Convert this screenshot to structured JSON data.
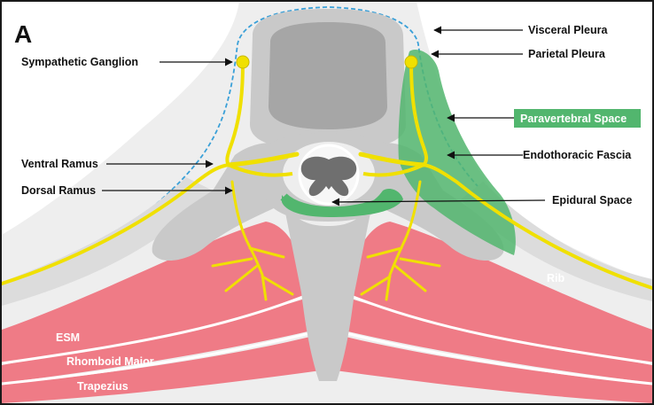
{
  "panel_label": "A",
  "labels": {
    "visceral_pleura": "Visceral Pleura",
    "parietal_pleura": "Parietal Pleura",
    "sympathetic_ganglion": "Sympathetic Ganglion",
    "paravertebral_space": "Paravertebral Space",
    "ventral_ramus": "Ventral Ramus",
    "endothoracic_fascia": "Endothoracic Fascia",
    "dorsal_ramus": "Dorsal Ramus",
    "epidural_space": "Epidural Space",
    "rib": "Rib",
    "esm": "ESM",
    "rhomboid_major": "Rhomboid Major",
    "trapezius": "Trapezius"
  },
  "colors": {
    "background": "#eeeeee",
    "vertebra": "#c9c9c9",
    "vertebral_body_center": "#a6a6a6",
    "lung": "#ffffff",
    "pleura_dashed": "#3aa0d8",
    "nerve": "#f0e000",
    "paravertebral_space": "#52b66e",
    "muscle": "#ef7b86",
    "spinal_cord": "#f7f7f7",
    "grey_matter": "#6f6f6f",
    "frame": "#1a1a1a"
  }
}
